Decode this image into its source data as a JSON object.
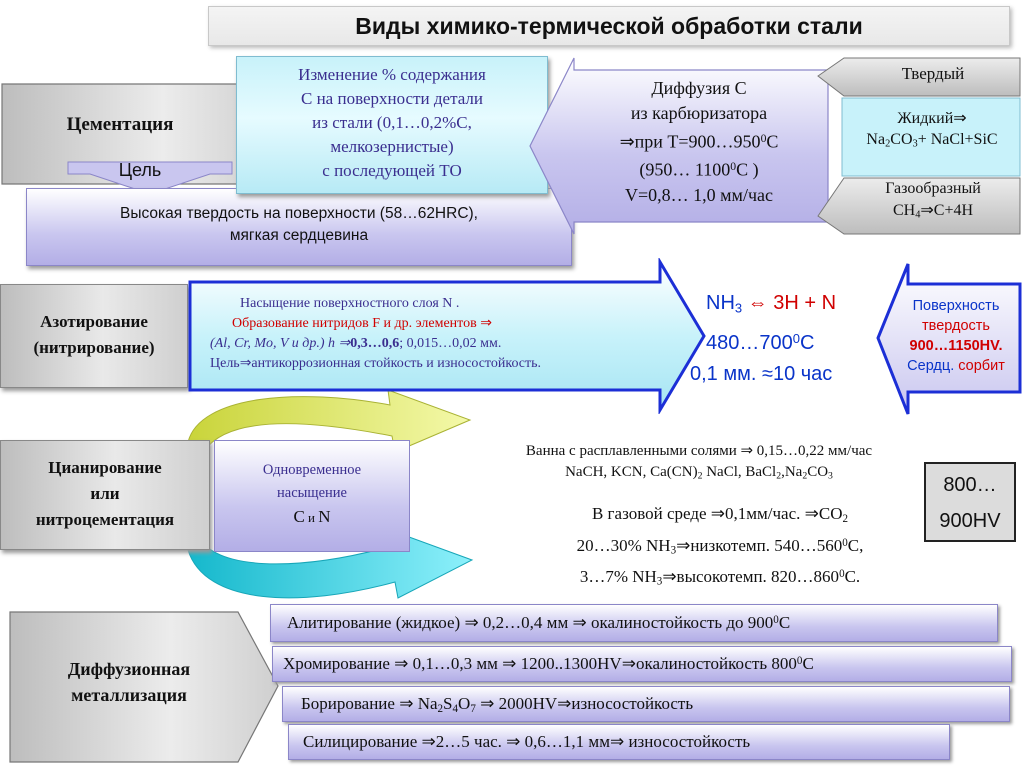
{
  "title": "Виды химико-термической обработки стали",
  "cementation": {
    "name": "Цементация",
    "goal_label": "Цель",
    "goal_text": [
      "Высокая твердость на поверхности (58…62HRC),",
      "мягкая сердцевина"
    ],
    "change": [
      "Изменение % содержания",
      "С на поверхности детали",
      "из стали (0,1…0,2%С,",
      "мелкозернистые)",
      "с последующей ТО"
    ],
    "diffusion": {
      "l1": "Диффузия С",
      "l2": "из карбюризатора",
      "l3a": "⇒при Т=900…950",
      "l3sup": "0",
      "l3b": "С",
      "l4a": "(950… 1100",
      "l4sup": "0",
      "l4b": "С )",
      "l5": "V=0,8… 1,0 мм/час"
    },
    "media": {
      "solid": "Твердый",
      "liquid_l1": "Жидкий⇒",
      "liquid_a": "Na",
      "liquid_s1": "2",
      "liquid_b": "CO",
      "liquid_s2": "3",
      "liquid_c": "+ NaCl+SiC",
      "gas_l1": "Газообразный",
      "gas_a": "CH",
      "gas_s": "4",
      "gas_b": "⇒C+4H"
    }
  },
  "nitriding": {
    "name_l1": "Азотирование",
    "name_l2": "(нитрирование)",
    "box": {
      "l1": "Насыщение поверхностного слоя N .",
      "l2": "Образование нитридов F и др. элементов ⇒",
      "l3a": "(Al, Cr, Mo, V и др.) h ⇒",
      "l3b": "0,3…0,6",
      "l3c": "; 0,015…0,02 мм.",
      "l4": "Цель⇒антикоррозионная стойкость и износостойкость."
    },
    "reaction_a": "NH",
    "reaction_sub": "3",
    "reaction_arrow": " ⇔ ",
    "reaction_b": "3H + N",
    "temp_a": "480…700",
    "temp_sup": "0",
    "temp_b": "C",
    "depth": "0,1 мм. ≈10 час",
    "surface_l1": "Поверхность",
    "surface_l2": "твердость",
    "surface_l3": "900…1150HV.",
    "surface_l4a": "Сердц. ",
    "surface_l4b": "сорбит"
  },
  "cyaniding": {
    "name_l1": "Цианирование",
    "name_l2": "или",
    "name_l3": "нитроцементация",
    "sim_l1": "Одновременное",
    "sim_l2": "насыщение",
    "sim_l3a": "С",
    "sim_l3b": " и ",
    "sim_l3c": "N",
    "bath_l1": "Ванна с расплавленными солями ⇒ 0,15…0,22 мм/час",
    "bath_l2a": "NaCH, KCN, Ca(CN)",
    "bath_l2s1": "2",
    "bath_l2b": " NaCl, BaCl",
    "bath_l2s2": "2",
    "bath_l2c": ",Na",
    "bath_l2s3": "2",
    "bath_l2d": "CO",
    "bath_l2s4": "3",
    "gas_l1a": "В газовой среде ⇒0,1мм/час. ⇒CO",
    "gas_l1s": "2",
    "gas_l2a": "20…30% NH",
    "gas_l2s": "3",
    "gas_l2b": "⇒низкотемп. 540…560",
    "gas_l2sup": "0",
    "gas_l2c": "С,",
    "gas_l3a": "3…7% NH",
    "gas_l3s": "3",
    "gas_l3b": "⇒высокотемп. 820…860",
    "gas_l3sup": "0",
    "gas_l3c": "С.",
    "hardness_l1": "800…",
    "hardness_l2": "900HV"
  },
  "metallization": {
    "name_l1": "Диффузионная",
    "name_l2": "металлизация",
    "alit_a": "Алитирование (жидкое) ⇒ 0,2…0,4 мм ⇒ окалиностойкость до 900",
    "alit_sup": "0",
    "alit_b": "С",
    "chrom_a": "Хромирование ⇒ 0,1…0,3 мм ⇒ 1200..1300HV⇒окалиностойкость 800",
    "chrom_sup": "0",
    "chrom_b": "С",
    "bor_a": "Борирование ⇒ Na",
    "bor_s1": "2",
    "bor_b": "S",
    "bor_s2": "4",
    "bor_c": "O",
    "bor_s3": "7",
    "bor_d": " ⇒ 2000HV⇒износостойкость",
    "sil": "Силицирование ⇒2…5 час. ⇒ 0,6…1,1 мм⇒ износостойкость"
  },
  "colors": {
    "grey_box": "#d6d6d6",
    "lavender": "#c9c6ef",
    "cyan": "#c8f2fa",
    "blue_arrow": "#1c2fd6",
    "accent_red": "#d00000",
    "arrow_yellow": "#e4ee6c",
    "arrow_cyan": "#39d3e6"
  }
}
